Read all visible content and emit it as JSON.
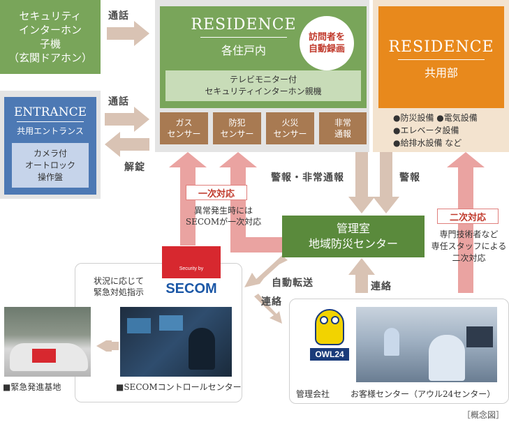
{
  "intercom_box": {
    "lines": [
      "セキュリティ",
      "インターホン",
      "子機",
      "（玄関ドアホン）"
    ]
  },
  "arrow_labels": {
    "call1": "通話",
    "call2": "通話",
    "unlock": "解錠",
    "alarm_emergency": "警報・非常通報",
    "alarm": "警報",
    "auto_transfer": "自動転送",
    "contact1": "連絡",
    "contact2": "連絡"
  },
  "residence_unit": {
    "title": "RESIDENCE",
    "subtitle": "各住戸内",
    "badge_lines": [
      "訪問者を",
      "自動録画"
    ],
    "monitor_lines": [
      "テレビモニター付",
      "セキュリティインターホン親機"
    ],
    "sensors": [
      {
        "l1": "ガス",
        "l2": "センサー"
      },
      {
        "l1": "防犯",
        "l2": "センサー"
      },
      {
        "l1": "火災",
        "l2": "センサー"
      },
      {
        "l1": "非常",
        "l2": "通報"
      }
    ]
  },
  "residence_common": {
    "title": "RESIDENCE",
    "subtitle": "共用部",
    "items": [
      "●防災設備 ●電気設備",
      "●エレベータ設備",
      "●給排水設備 など"
    ]
  },
  "entrance": {
    "title": "ENTRANCE",
    "subtitle": "共用エントランス",
    "panel_lines": [
      "カメラ付",
      "オートロック",
      "操作盤"
    ]
  },
  "primary_response": {
    "tag": "一次対応",
    "desc_lines": [
      "異常発生時には",
      "SECOMが一次対応"
    ]
  },
  "secondary_response": {
    "tag": "二次対応",
    "desc_lines": [
      "専門技術者など",
      "専任スタッフによる",
      "二次対応"
    ]
  },
  "management_office": {
    "lines": [
      "管理室",
      "地域防災センター"
    ]
  },
  "secom": {
    "logo_small": "Security by",
    "logo_text": "SECOM",
    "instruction_lines": [
      "状況に応じて",
      "緊急対処指示"
    ],
    "base_caption": "■緊急発進基地",
    "control_caption": "■SECOMコントロールセンター"
  },
  "owl": {
    "logo_text": "OWL24",
    "company_caption": "管理会社",
    "center_caption": "お客様センター（アウル24センター）"
  },
  "footer": {
    "concept": "［概念図］"
  },
  "colors": {
    "green_light": "#79a55a",
    "green_dark": "#5a8a3c",
    "orange": "#e8891c",
    "blue": "#4d79b4",
    "brown": "#a87a52",
    "grey_bg": "#e4e4e4",
    "arrow_tan": "#d9c3b4",
    "arrow_pink": "#eaa3a1",
    "secom_red": "#d7282f"
  }
}
